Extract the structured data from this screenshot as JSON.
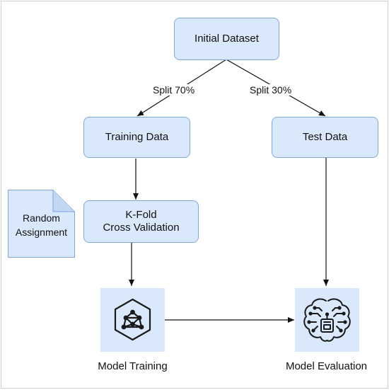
{
  "diagram": {
    "nodes": {
      "initial": "Initial Dataset",
      "training": "Training Data",
      "test": "Test Data",
      "kfold_line1": "K-Fold",
      "kfold_line2": "Cross Validation",
      "model_training": "Model Training",
      "model_evaluation": "Model Evaluation",
      "note_line1": "Random",
      "note_line2": "Assignment"
    },
    "edges": {
      "split_train": "Split 70%",
      "split_test": "Split 30%"
    },
    "icons": {
      "training": "neural-network-hexagon-icon",
      "evaluation": "ai-brain-circuit-icon"
    },
    "colors": {
      "box_fill": "#dae8fc",
      "box_stroke": "#7ea6e0",
      "icon_stroke": "#1a1a1a"
    }
  }
}
